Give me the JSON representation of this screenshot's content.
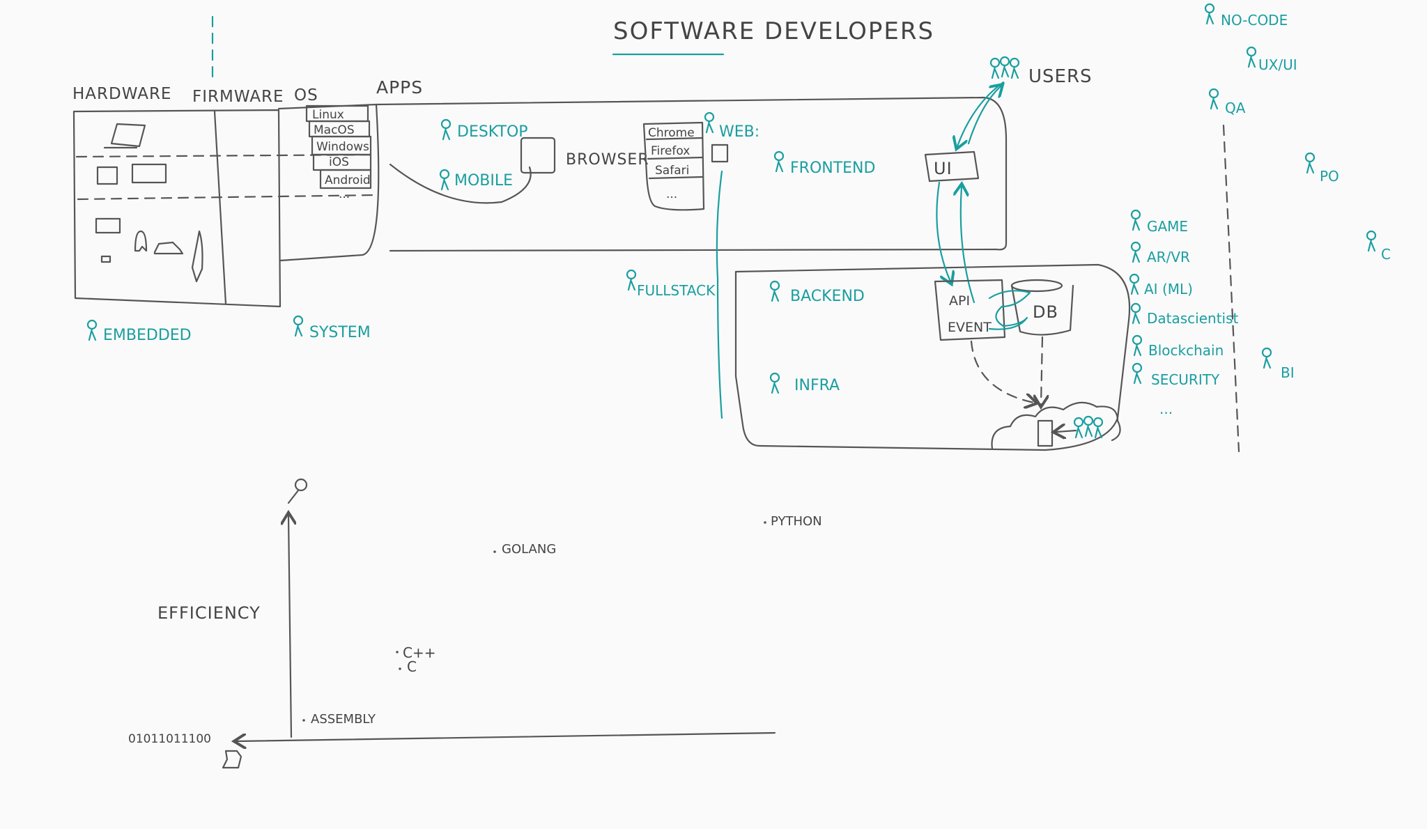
{
  "title": "SOFTWARE DEVELOPERS",
  "colors": {
    "ink": "#555555",
    "teal": "#1a9ea0",
    "background": "#fafafa"
  },
  "layers": {
    "hardware": "HARDWARE",
    "firmware": "FIRMWARE",
    "os": "OS",
    "apps": "APPS"
  },
  "os_list": [
    "Linux",
    "MacOS",
    "Windows",
    "iOS",
    "Android",
    "..."
  ],
  "browser": {
    "label": "BROWSER",
    "items": [
      "Chrome",
      "Firefox",
      "Safari",
      "..."
    ]
  },
  "labels": {
    "users": "USERS",
    "ui": "UI",
    "api": "API",
    "event": "EVENT",
    "db": "DB"
  },
  "roles": {
    "desktop": "DESKTOP",
    "mobile": "MOBILE",
    "web": "WEB:",
    "frontend": "FRONTEND",
    "fullstack": "FULLSTACK",
    "backend": "BACKEND",
    "infra": "INFRA",
    "embedded": "EMBEDDED",
    "system": "SYSTEM"
  },
  "right_roles": [
    "GAME",
    "AR/VR",
    "AI (ML)",
    "Datascientist",
    "Blockchain",
    "SECURITY",
    "..."
  ],
  "far_roles": [
    "NO-CODE",
    "UX/UI",
    "QA",
    "PO",
    "C",
    "BI"
  ],
  "chart": {
    "y_label": "EFFICIENCY",
    "x_label": "01011011100",
    "points": [
      "PYTHON",
      "GOLANG",
      "C++",
      "C",
      "ASSEMBLY"
    ]
  }
}
